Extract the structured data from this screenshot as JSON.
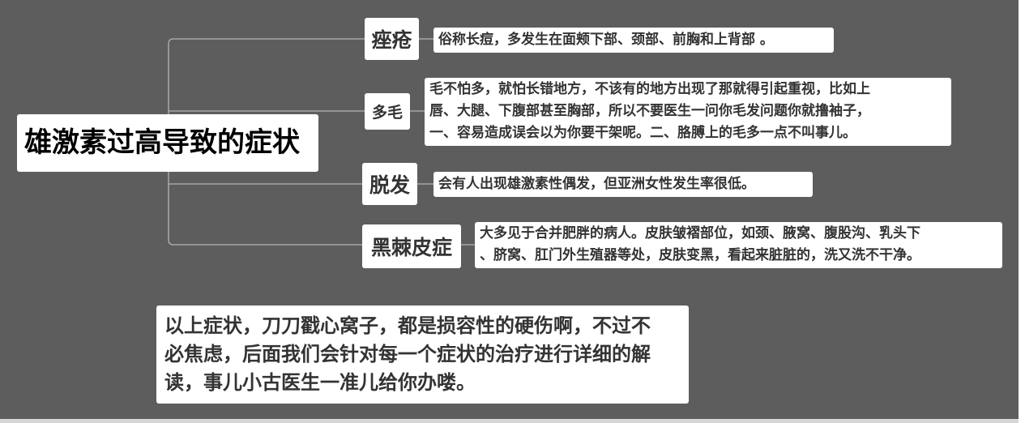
{
  "colors": {
    "background": "#5d5d5d",
    "node_fill": "#ffffff",
    "connector": "#b4b4b4",
    "root_text": "#000000",
    "node_text": "#333333"
  },
  "mindmap": {
    "root": {
      "label": "雄激素过高导致的症状"
    },
    "branches": [
      {
        "label": "痤疮",
        "description_lines": [
          "俗称长痘，多发生在面颊下部、颈部、前胸和上背部 。"
        ]
      },
      {
        "label": "多毛",
        "description_lines": [
          "毛不怕多，就怕长错地方，不该有的地方出现了那就得引起重视，比如上",
          "唇、大腿、下腹部甚至胸部，所以不要医生一问你毛发问题你就撸袖子，",
          "一、容易造成误会以为你要干架呢。二、胳膊上的毛多一点不叫事儿。"
        ]
      },
      {
        "label": "脱发",
        "description_lines": [
          "会有人出现雄激素性偶发，但亚洲女性发生率很低。"
        ]
      },
      {
        "label": "黑棘皮症",
        "description_lines": [
          "大多见于合并肥胖的病人。皮肤皱褶部位，如颈、腋窝、腹股沟、乳头下",
          "、脐窝、肛门外生殖器等处，皮肤变黑，看起来脏脏的，洗又洗不干净。"
        ]
      }
    ]
  },
  "note": {
    "lines": [
      "以上症状，刀刀戳心窝子，都是损容性的硬伤啊，不过不",
      "必焦虑，后面我们会针对每一个症状的治疗进行详细的解",
      "读，事儿小古医生一准儿给你办喽。"
    ]
  }
}
